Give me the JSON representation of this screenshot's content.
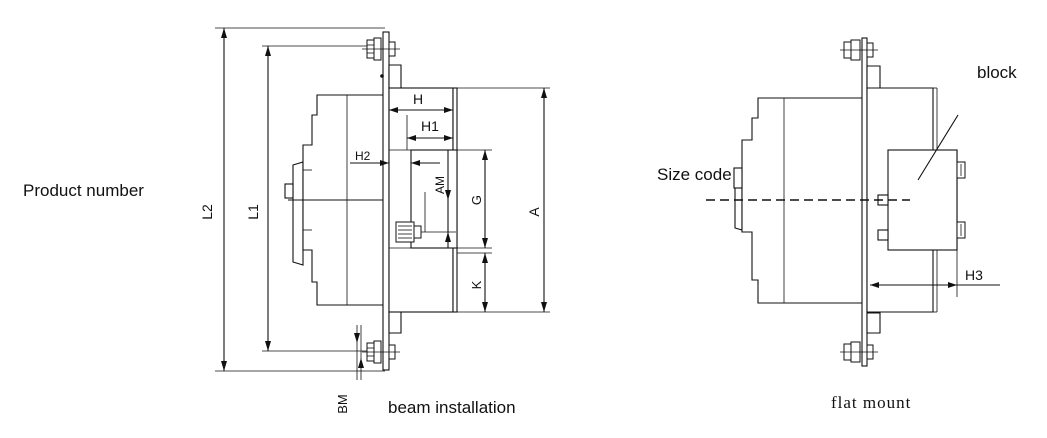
{
  "left_view": {
    "caption": "beam installation",
    "side_label": "Product number",
    "dims": {
      "L2": "L2",
      "L1": "L1",
      "H": "H",
      "H1": "H1",
      "H2": "H2",
      "AM": "AM",
      "G": "G",
      "A": "A",
      "K": "K",
      "BM": "BM"
    }
  },
  "right_view": {
    "caption": "flat mount",
    "block_label": "block",
    "size_code_label": "Size code",
    "dims": {
      "H3": "H3"
    }
  }
}
